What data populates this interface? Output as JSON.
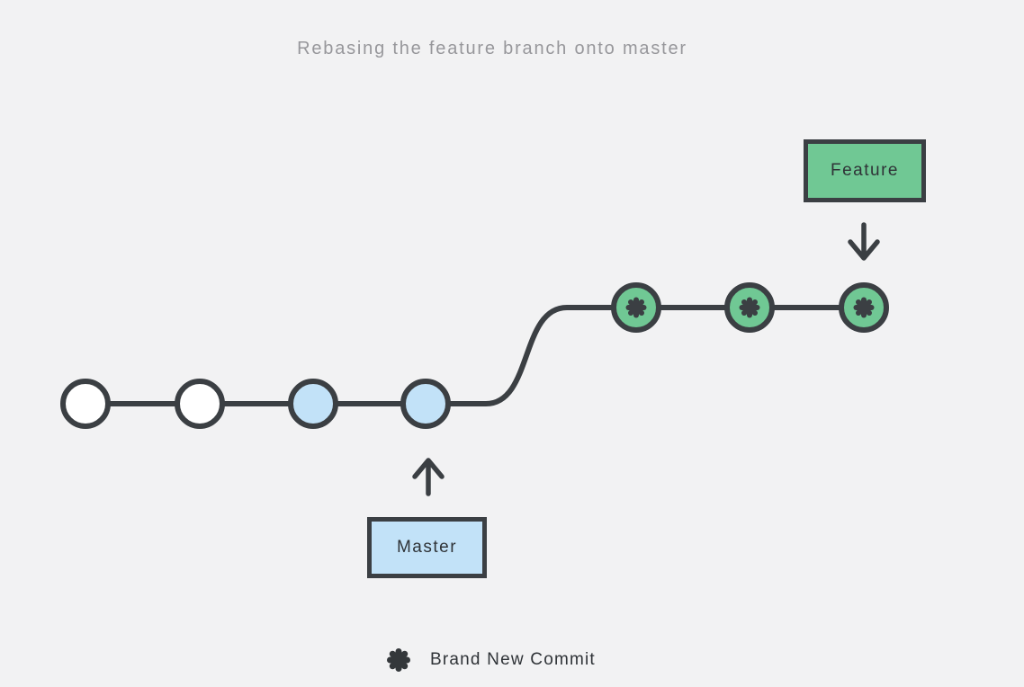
{
  "title": "Rebasing the feature branch onto master",
  "labels": {
    "feature": "Feature",
    "master": "Master"
  },
  "legend": {
    "symbol": "new-commit-asterisk",
    "label": "Brand New Commit"
  },
  "colors": {
    "background": "#f2f2f3",
    "stroke-dark": "#3b3f43",
    "feature-green": "#70c894",
    "master-blue": "#c2e2f8",
    "title-gray": "#97979b",
    "text-dark": "#2f3337"
  },
  "diagram": {
    "type": "git-commit-graph",
    "rows": [
      {
        "name": "master-branch",
        "pointer_label": "Master",
        "commits": [
          {
            "type": "existing-commit",
            "fill": "white"
          },
          {
            "type": "existing-commit",
            "fill": "white"
          },
          {
            "type": "master-commit",
            "fill": "blue"
          },
          {
            "type": "master-commit",
            "fill": "blue",
            "pointed_by": "Master"
          }
        ]
      },
      {
        "name": "feature-branch",
        "pointer_label": "Feature",
        "commits": [
          {
            "type": "brand-new-commit",
            "fill": "green",
            "glyph": "asterisk"
          },
          {
            "type": "brand-new-commit",
            "fill": "green",
            "glyph": "asterisk"
          },
          {
            "type": "brand-new-commit",
            "fill": "green",
            "glyph": "asterisk",
            "pointed_by": "Feature"
          }
        ]
      }
    ]
  }
}
